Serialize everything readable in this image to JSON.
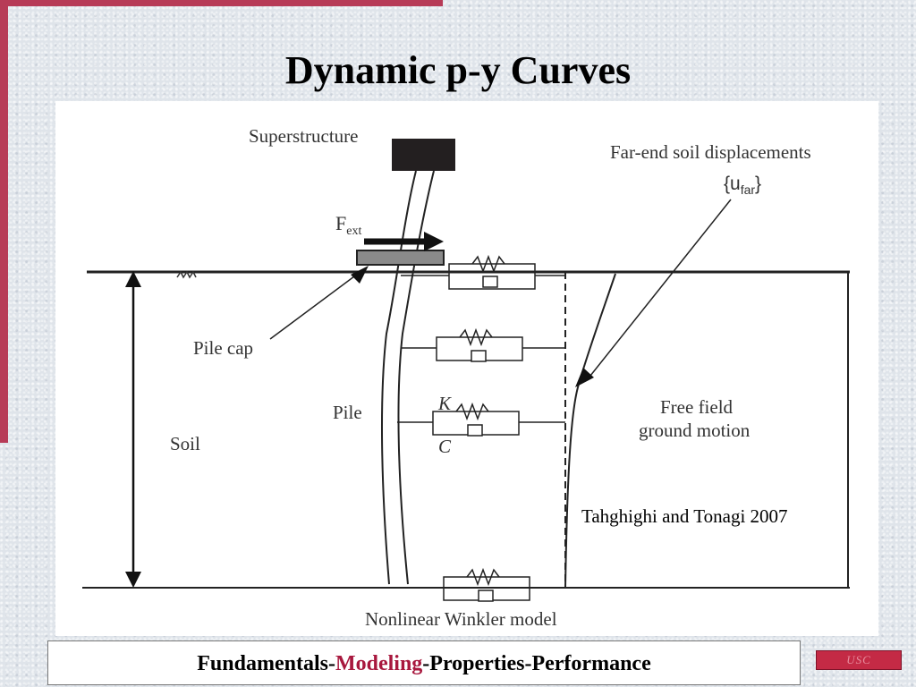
{
  "slide": {
    "title": "Dynamic p-y Curves"
  },
  "diagram": {
    "superstructure": "Superstructure",
    "far_end_line1": "Far-end soil displacements",
    "far_end_line2": "{u",
    "far_end_sub": "far",
    "far_end_close": "}",
    "fext_main": "F",
    "fext_sub": "ext",
    "pile_cap": "Pile cap",
    "pile": "Pile",
    "spring_k": "K",
    "dashpot_c": "C",
    "soil": "Soil",
    "free_field_line1": "Free field",
    "free_field_line2": "ground motion",
    "caption": "Nonlinear Winkler model",
    "citation": "Tahghighi and Tonagi 2007"
  },
  "footer": {
    "part1": "Fundamentals-",
    "part2": "Modeling",
    "part3": "-Properties-Performance"
  },
  "logo": {
    "text": "USC"
  },
  "colors": {
    "accent": "#b73b57",
    "highlight": "#a8183e"
  }
}
